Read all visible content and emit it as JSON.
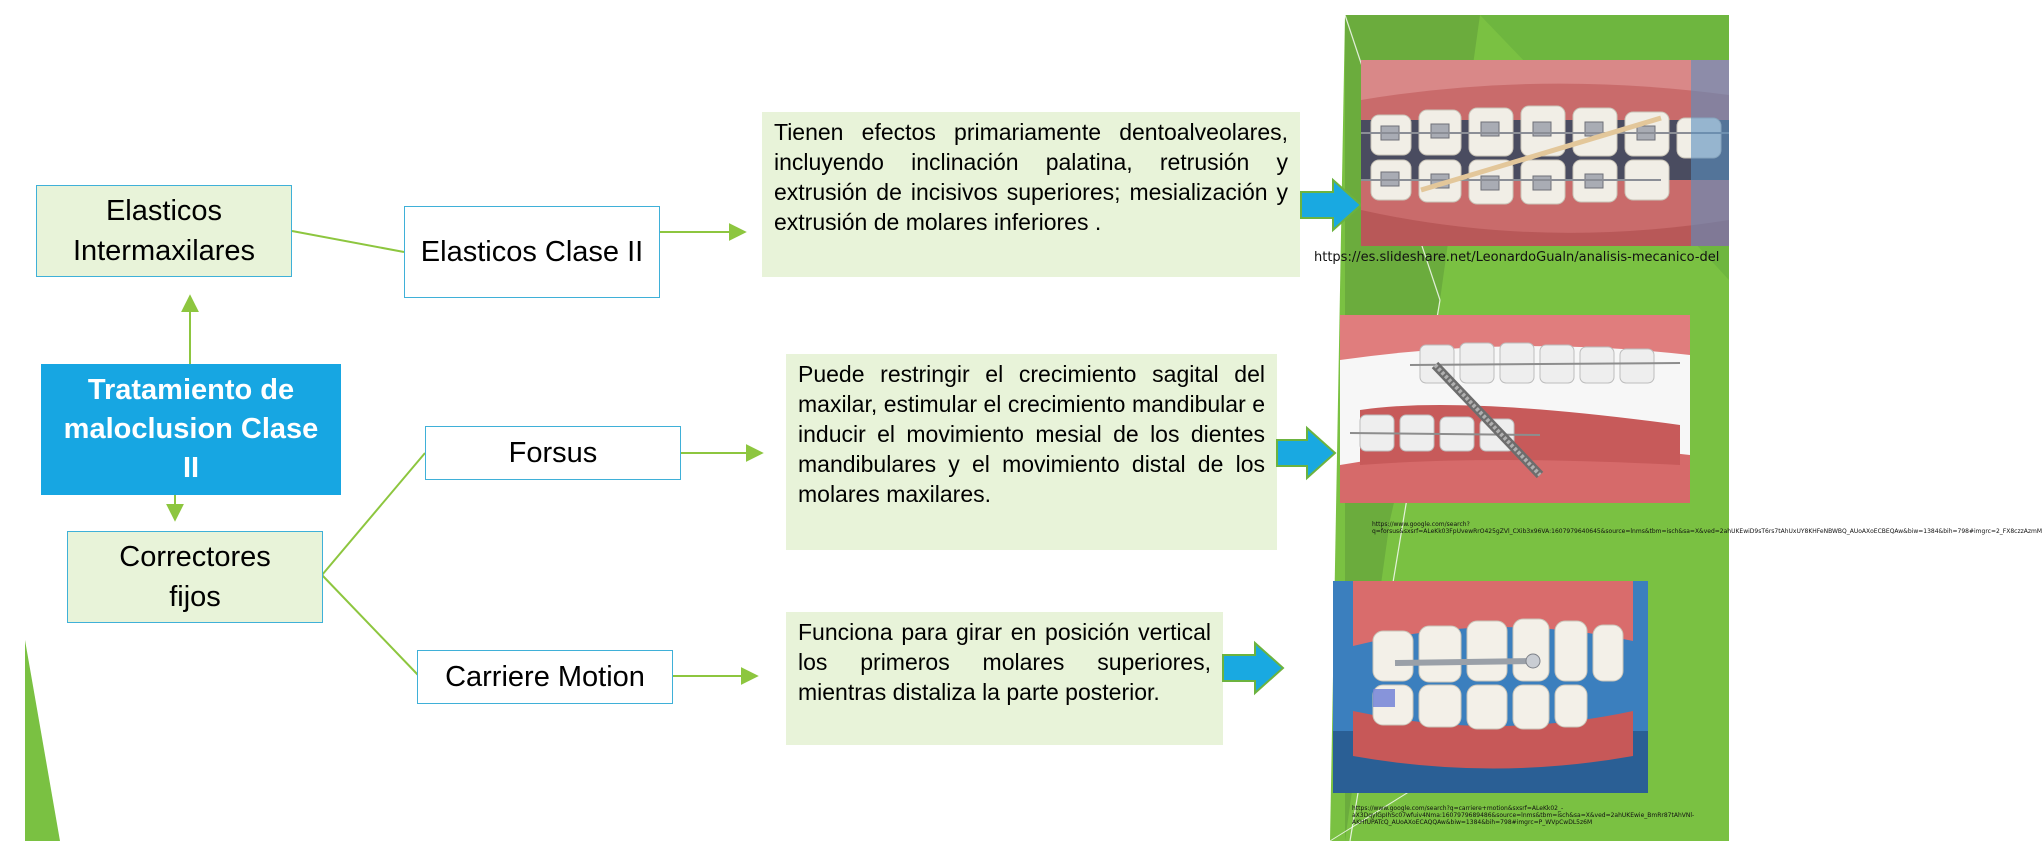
{
  "diagram": {
    "root": "Tratamiento de maloclusion Clase II",
    "branch_top": "Elasticos Intermaxilares",
    "branch_bottom": "Correctores fijos",
    "nodes": {
      "elasticos_clase2": "Elasticos Clase II",
      "forsus": "Forsus",
      "carriere": "Carriere Motion"
    },
    "descriptions": {
      "elasticos_clase2": "Tienen efectos primariamente dentoalveolares, incluyendo inclinación palatina, retrusión y extrusión de incisivos superiores; mesialización y extrusión de molares inferiores .",
      "forsus": "Puede restringir el crecimiento sagital del maxilar, estimular el crecimiento mandibular e inducir el movimiento mesial de los dientes mandibulares y el movimiento distal de los molares maxilares.",
      "carriere": "Funciona para girar en posición vertical los primeros molares superiores, mientras distaliza la parte posterior."
    }
  },
  "sources": {
    "elasticos": "https://es.slideshare.net/LeonardoGualn/analisis-mecanico-del",
    "forsus": "https://www.google.com/search?q=forsus&sxsrf=ALeKk03FpUvewRrO425gZVl_CXib3x96VA:1607979640645&source=lnms&tbm=isch&sa=X&ved=2ahUKEwiD9sT6rs7tAhUxUY8KHFeNBWBQ_AUoAXoECBEQAw&biw=1384&bih=798#imgrc=2_FX8czzAzmM",
    "carriere": "https://www.google.com/search?q=carriere+motion&sxsrf=ALeKk02_-aX3DqylGpIhSc07wfuiv4Nma:1607979689486&source=lnms&tbm=isch&sa=X&ved=2ahUKEwie_BmRr87tAhVNl-AKHfUPATcQ_AUoAXoECAQQAw&biw=1384&bih=798#imgrc=P_WVpCwDL5z6M"
  },
  "colors": {
    "root_fill": "#17a6e2",
    "node_fill": "#e8f3d9",
    "node_border": "#3fb0d8",
    "connector": "#8dc63f",
    "accent_green": "#7ac142",
    "arrow_fill": "#19a9e1"
  }
}
